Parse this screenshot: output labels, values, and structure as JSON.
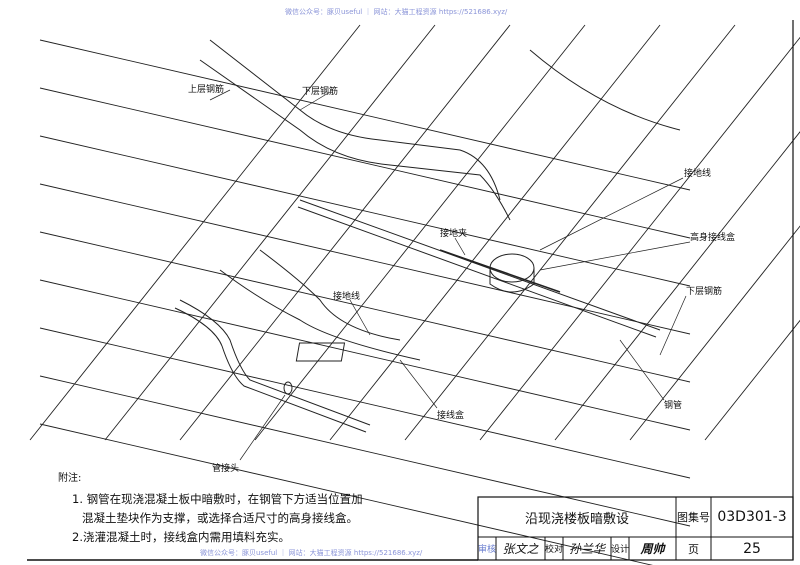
{
  "watermark": "微信公众号：豚贝useful ｜ 网站：大猫工程资源 https://521686.xyz/",
  "labels": {
    "upper_rebar": "上层钢筋",
    "lower_rebar_top": "下层钢筋",
    "ground_wire_right": "接地线",
    "ground_clamp": "接地夹",
    "tall_junction_box": "高身接线盒",
    "lower_rebar_right": "下层钢筋",
    "ground_wire_left": "接地线",
    "junction_box": "接线盒",
    "steel_pipe": "钢管",
    "pipe_joint": "管接头"
  },
  "notes": {
    "heading": "附注:",
    "items": [
      "1. 钢管在现浇混凝土板中暗敷时，在钢管下方适当位置加",
      "混凝土垫块作为支撑，或选择合适尺寸的高身接线盒。",
      "2.浇灌混凝土时，接线盒内需用填料充实。"
    ]
  },
  "title_block": {
    "title": "沿现浇楼板暗敷设",
    "atlas_no_label": "图集号",
    "atlas_no": "03D301-3",
    "review_label": "审核",
    "review_sign": "张文之",
    "check_label": "校对",
    "check_sign": "孙兰华",
    "design_label": "设计",
    "design_sign": "周帅",
    "page_label": "页",
    "page": "25"
  }
}
